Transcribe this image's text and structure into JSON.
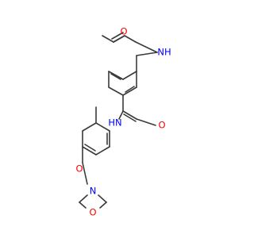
{
  "molecule": {
    "atoms": [
      {
        "id": "o_acetyl",
        "label": "O",
        "color": "#ff0000"
      },
      {
        "id": "n_amine",
        "label": "NH",
        "color": "#0000ff"
      },
      {
        "id": "o_amide",
        "label": "O",
        "color": "#ff0000"
      },
      {
        "id": "n_amide",
        "label": "HN",
        "color": "#0000ff"
      },
      {
        "id": "o_carbonyl",
        "label": "O",
        "color": "#ff0000"
      },
      {
        "id": "n_morpholine",
        "label": "N",
        "color": "#0000ff"
      },
      {
        "id": "o_morpholine",
        "label": "O",
        "color": "#ff0000"
      }
    ],
    "bond_color": "#3a3a3a"
  }
}
